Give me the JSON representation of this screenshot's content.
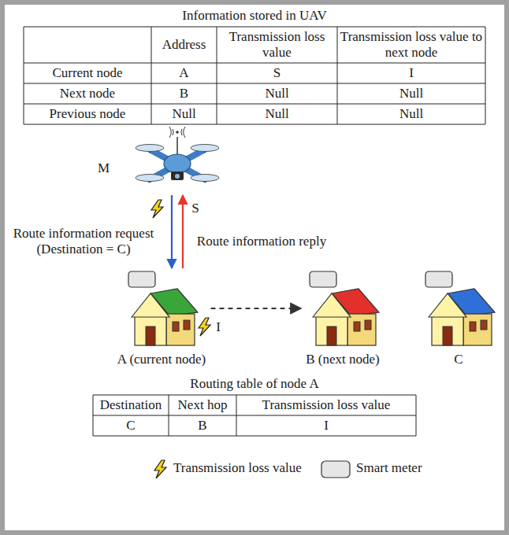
{
  "diagram": {
    "nodes": [
      {
        "text": [
          "M"
        ]
      },
      {
        "text": [
          "A (current node)"
        ]
      },
      {
        "text": [
          "B (next node)"
        ]
      },
      {
        "text": [
          "C"
        ]
      }
    ],
    "edges": [
      {
        "from": 0,
        "to": 1,
        "arrow": "to",
        "label": "Route information request (Destination = C)"
      },
      {
        "from": 1,
        "to": 0,
        "arrow": "to",
        "label": "Route information reply"
      },
      {
        "from": 1,
        "to": 2,
        "arrow": "to"
      }
    ],
    "labels": [
      "Information stored in UAV",
      "Address",
      "Transmission loss value",
      "Transmission loss value to next node",
      "Current node",
      "A",
      "S",
      "I",
      "Next node",
      "B",
      "Null",
      "Null",
      "Previous node",
      "Null",
      "Null",
      "Null",
      "S",
      "I",
      "Routing table of node A",
      "Destination",
      "Next hop",
      "Transmission loss value",
      "C",
      "B",
      "I"
    ],
    "legend": [
      {
        "text": "Transmission loss value"
      },
      {
        "text": "Smart meter"
      }
    ]
  }
}
